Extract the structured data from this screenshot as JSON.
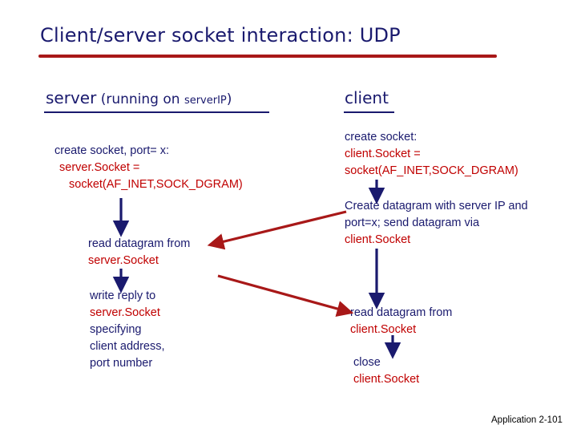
{
  "slide": {
    "title": "Client/server socket interaction: UDP",
    "footer": "Application  2-101"
  },
  "columns": {
    "server": {
      "heading_main": "server",
      "heading_paren_open": " (running on ",
      "heading_mono": "server",
      "heading_mono2": "IP",
      "heading_paren_close": ")"
    },
    "client": {
      "heading": "client"
    }
  },
  "server_steps": [
    {
      "name": "create-socket",
      "lines": [
        "create socket, port= x:",
        "server.Socket =",
        "socket(AF_INET,SOCK_DGRAM)"
      ]
    },
    {
      "name": "read-datagram",
      "lines": [
        "read datagram from",
        "server.Socket"
      ]
    },
    {
      "name": "write-reply",
      "lines": [
        "write reply to",
        "server.Socket",
        "specifying",
        "client address,",
        "port number"
      ]
    }
  ],
  "client_steps": [
    {
      "name": "create-socket",
      "lines": [
        "create socket:",
        "client.Socket =",
        "socket(AF_INET,SOCK_DGRAM)"
      ]
    },
    {
      "name": "create-datagram",
      "lines": [
        "Create datagram with server IP and",
        "port=x; send datagram via",
        "client.Socket"
      ]
    },
    {
      "name": "read-datagram",
      "lines": [
        "read datagram from",
        "client.Socket"
      ]
    },
    {
      "name": "close-socket",
      "lines": [
        "close",
        "client.Socket"
      ]
    }
  ],
  "colors": {
    "navy": "#1a1a6e",
    "red": "#c00000",
    "title_rule": "#a81818",
    "background": "#ffffff"
  }
}
